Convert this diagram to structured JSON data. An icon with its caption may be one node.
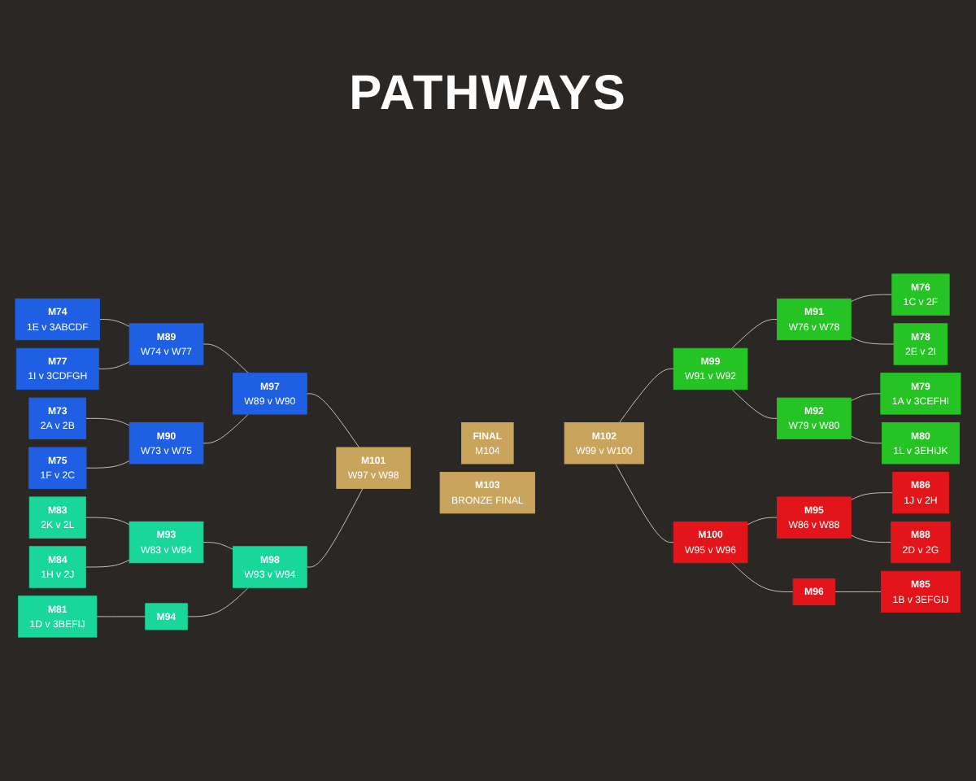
{
  "diagram": {
    "title": "PATHWAYS",
    "nodes": [
      {
        "text": [
          "M74",
          "1E v 3ABCDF"
        ]
      },
      {
        "text": [
          "M77",
          "1I v 3CDFGH"
        ]
      },
      {
        "text": [
          "M73",
          "2A v 2B"
        ]
      },
      {
        "text": [
          "M75",
          "1F v 2C"
        ]
      },
      {
        "text": [
          "M83",
          "2K v 2L"
        ]
      },
      {
        "text": [
          "M84",
          "1H v 2J"
        ]
      },
      {
        "text": [
          "M81",
          "1D v 3BEFIJ"
        ]
      },
      {
        "text": [
          "M89",
          "W74 v W77"
        ]
      },
      {
        "text": [
          "M90",
          "W73 v W75"
        ]
      },
      {
        "text": [
          "M93",
          "W83 v W84"
        ]
      },
      {
        "text": [
          "M94"
        ]
      },
      {
        "text": [
          "M97",
          "W89 v W90"
        ]
      },
      {
        "text": [
          "M98",
          "W93 v W94"
        ]
      },
      {
        "text": [
          "M101",
          "W97 v W98"
        ]
      },
      {
        "text": [
          "FINAL",
          "M104"
        ]
      },
      {
        "text": [
          "M102",
          "W99 v W100"
        ]
      },
      {
        "text": [
          "M103",
          "BRONZE FINAL"
        ]
      },
      {
        "text": [
          "M99",
          "W91 v W92"
        ]
      },
      {
        "text": [
          "M100",
          "W95 v W96"
        ]
      },
      {
        "text": [
          "M91",
          "W76 v W78"
        ]
      },
      {
        "text": [
          "M92",
          "W79 v W80"
        ]
      },
      {
        "text": [
          "M95",
          "W86 v W88"
        ]
      },
      {
        "text": [
          "M96"
        ]
      },
      {
        "text": [
          "M76",
          "1C v 2F"
        ]
      },
      {
        "text": [
          "M78",
          "2E v 2I"
        ]
      },
      {
        "text": [
          "M79",
          "1A v 3CEFHI"
        ]
      },
      {
        "text": [
          "M80",
          "1L v 3EHIJK"
        ]
      },
      {
        "text": [
          "M86",
          "1J v 2H"
        ]
      },
      {
        "text": [
          "M88",
          "2D v 2G"
        ]
      },
      {
        "text": [
          "M85",
          "1B v 3EFGIJ"
        ]
      }
    ],
    "edges": [
      {
        "from": 0,
        "to": 7,
        "arrow": "none"
      },
      {
        "from": 1,
        "to": 7,
        "arrow": "none"
      },
      {
        "from": 2,
        "to": 8,
        "arrow": "none"
      },
      {
        "from": 3,
        "to": 8,
        "arrow": "none"
      },
      {
        "from": 4,
        "to": 9,
        "arrow": "none"
      },
      {
        "from": 5,
        "to": 9,
        "arrow": "none"
      },
      {
        "from": 6,
        "to": 10,
        "arrow": "none"
      },
      {
        "from": 7,
        "to": 11,
        "arrow": "none"
      },
      {
        "from": 8,
        "to": 11,
        "arrow": "none"
      },
      {
        "from": 9,
        "to": 12,
        "arrow": "none"
      },
      {
        "from": 10,
        "to": 12,
        "arrow": "none"
      },
      {
        "from": 11,
        "to": 13,
        "arrow": "none"
      },
      {
        "from": 12,
        "to": 13,
        "arrow": "none"
      },
      {
        "from": 15,
        "to": 17,
        "arrow": "none"
      },
      {
        "from": 15,
        "to": 18,
        "arrow": "none"
      },
      {
        "from": 17,
        "to": 19,
        "arrow": "none"
      },
      {
        "from": 17,
        "to": 20,
        "arrow": "none"
      },
      {
        "from": 18,
        "to": 21,
        "arrow": "none"
      },
      {
        "from": 18,
        "to": 22,
        "arrow": "none"
      },
      {
        "from": 19,
        "to": 23,
        "arrow": "none"
      },
      {
        "from": 19,
        "to": 24,
        "arrow": "none"
      },
      {
        "from": 20,
        "to": 25,
        "arrow": "none"
      },
      {
        "from": 20,
        "to": 26,
        "arrow": "none"
      },
      {
        "from": 21,
        "to": 27,
        "arrow": "none"
      },
      {
        "from": 21,
        "to": 28,
        "arrow": "none"
      },
      {
        "from": 22,
        "to": 29,
        "arrow": "none"
      }
    ]
  }
}
